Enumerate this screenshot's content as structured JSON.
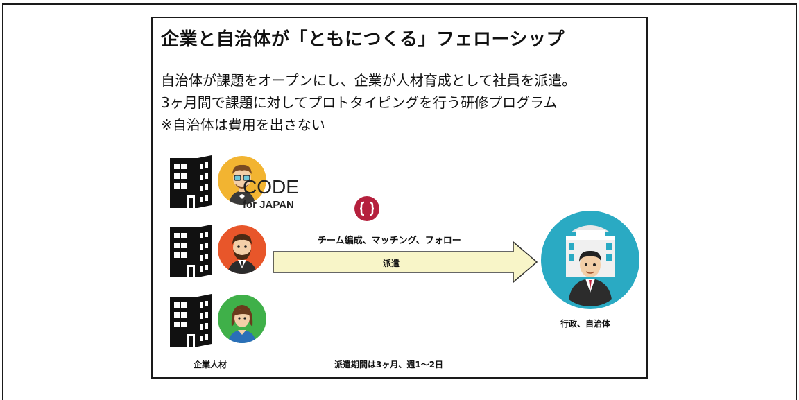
{
  "title": "企業と自治体が「ともにつくる」フェローシップ",
  "description_lines": [
    "自治体が課題をオープンにし、企業が人材育成として社員を派遣。",
    "3ヶ月間で課題に対してプロトタイピングを行う研修プログラム",
    "※自治体は費用を出さない"
  ],
  "logo": {
    "name": "CODE",
    "sub": "for JAPAN",
    "color": "#b5203d"
  },
  "labels": {
    "roles": "チーム編成、マッチング、フォロー",
    "dispatch": "派遣",
    "corporate": "企業人材",
    "period": "派遣期間は3ヶ月、週1〜2日",
    "government": "行政、自治体"
  },
  "avatars": [
    {
      "icon": "man-with-glasses-avatar-icon",
      "bg": "#f2b431"
    },
    {
      "icon": "bearded-man-avatar-icon",
      "bg": "#e8562a"
    },
    {
      "icon": "woman-avatar-icon",
      "bg": "#3fb049"
    }
  ],
  "government_avatar": {
    "icon": "government-building-official-icon",
    "bg": "#2aaac3"
  },
  "arrow_color": "#f8f5c8"
}
